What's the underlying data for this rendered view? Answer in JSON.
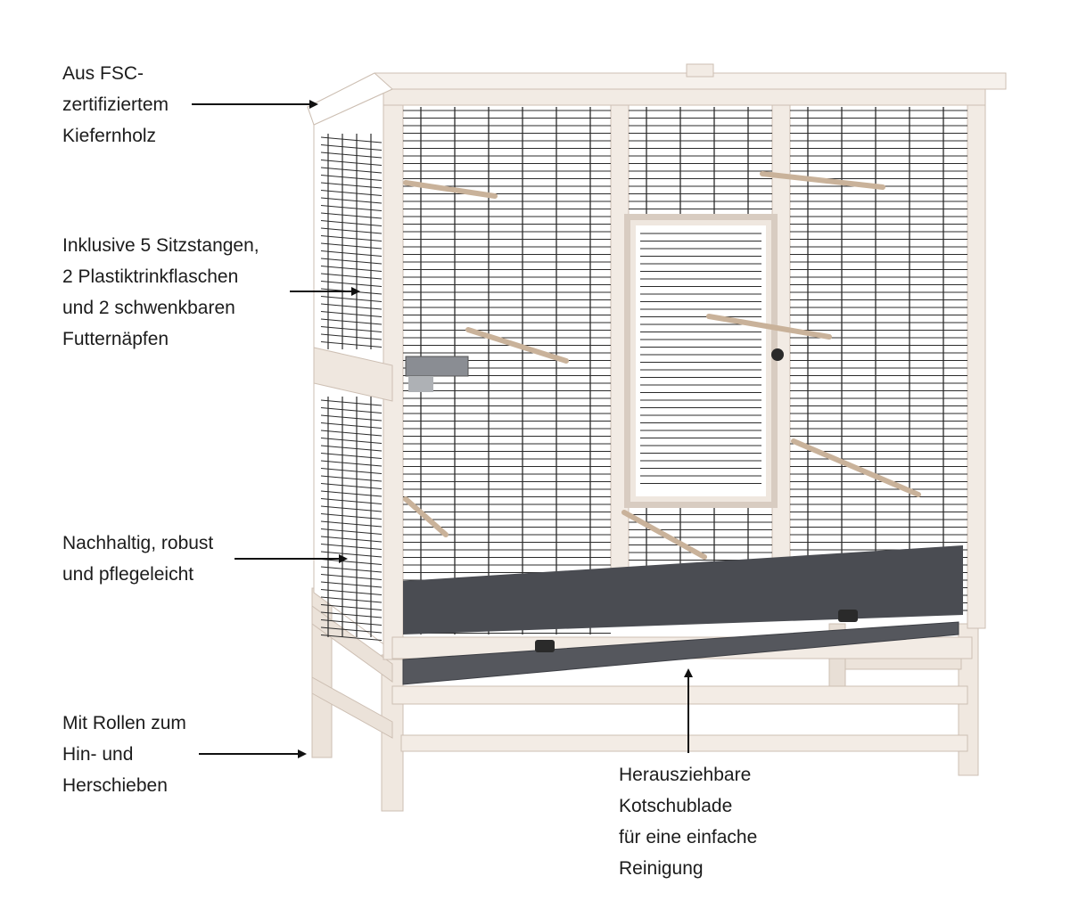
{
  "annotations": [
    {
      "id": "material",
      "lines": [
        "Aus FSC-",
        "zertifiziertem",
        "Kiefernholz"
      ]
    },
    {
      "id": "accessories",
      "lines": [
        "Inklusive 5 Sitzstangen,",
        "2 Plastiktrinkflaschen",
        "und 2 schwenkbaren",
        "Futternäpfen"
      ]
    },
    {
      "id": "sustainability",
      "lines": [
        "Nachhaltig, robust",
        "und pflegeleicht"
      ]
    },
    {
      "id": "wheels",
      "lines": [
        "Mit Rollen zum",
        "Hin- und",
        "Herschieben"
      ]
    },
    {
      "id": "drawer",
      "lines": [
        "Herausziehbare",
        "Kotschublade",
        "für eine einfache",
        "Reinigung"
      ]
    }
  ],
  "colors": {
    "wood": "#efe7df",
    "wood_shadow": "#d9cdc3",
    "wire": "#2b2b2b",
    "tray": "#4a4c52",
    "arrow": "#111111"
  }
}
